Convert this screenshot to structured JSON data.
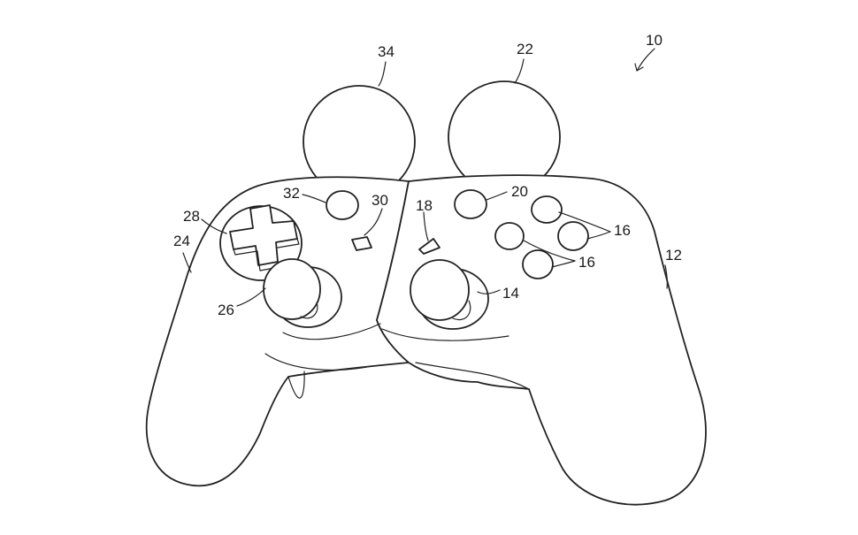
{
  "figure": {
    "ref_numerals": {
      "controller": "10",
      "right_half": "12",
      "right_joystick": "14",
      "face_buttons_upper": "16",
      "face_buttons_lower": "16",
      "right_select_button": "18",
      "right_shoulder_button": "20",
      "right_sphere": "22",
      "left_half": "24",
      "left_joystick": "26",
      "dpad": "28",
      "left_select_button": "30",
      "left_shoulder_button": "32",
      "left_sphere": "34"
    },
    "colors": {
      "line": "#222222",
      "background": "#ffffff"
    }
  }
}
